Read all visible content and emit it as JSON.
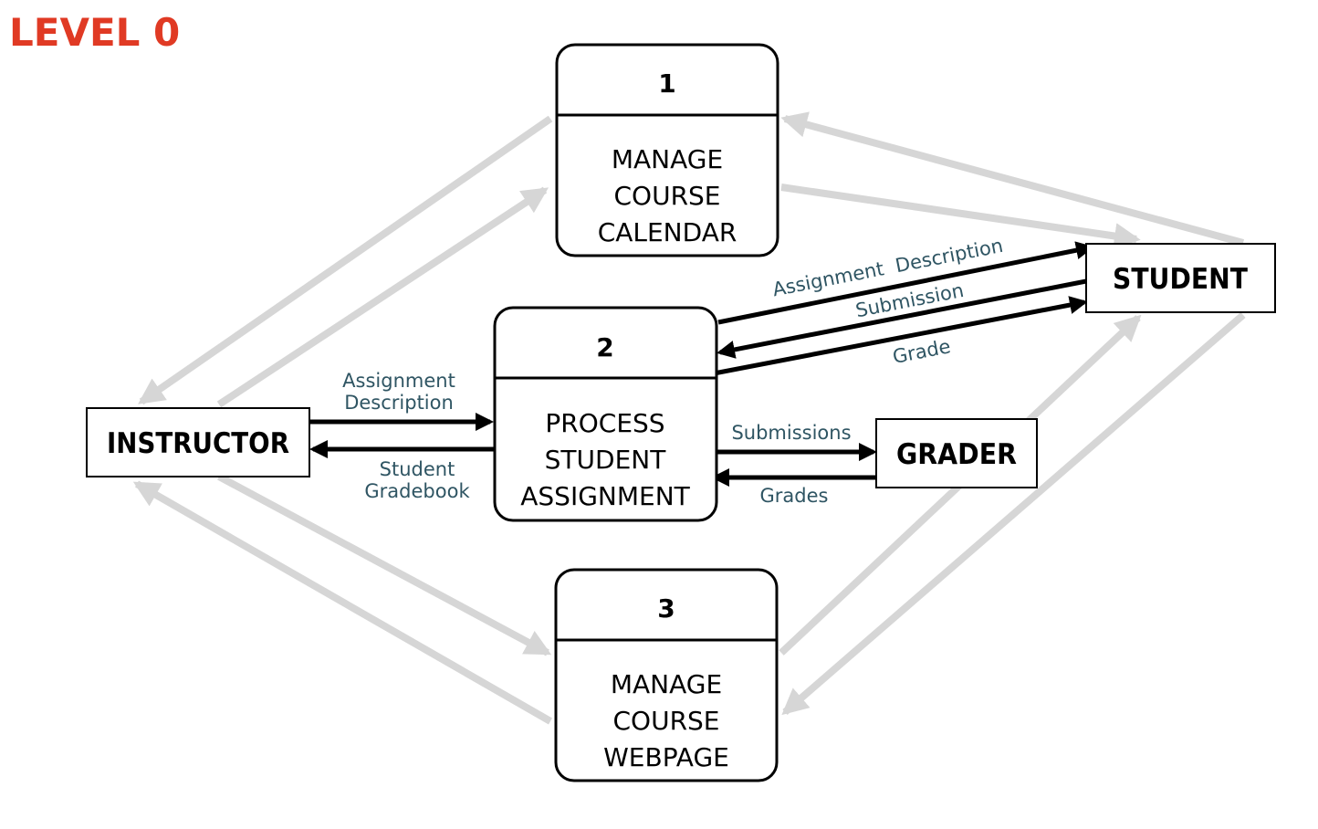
{
  "title": "LEVEL 0",
  "processes": [
    {
      "number": "1",
      "lines": [
        "MANAGE",
        "COURSE",
        "CALENDAR"
      ]
    },
    {
      "number": "2",
      "lines": [
        "PROCESS",
        "STUDENT",
        "ASSIGNMENT"
      ]
    },
    {
      "number": "3",
      "lines": [
        "MANAGE",
        "COURSE",
        "WEBPAGE"
      ]
    }
  ],
  "entities": {
    "instructor": "INSTRUCTOR",
    "student": "STUDENT",
    "grader": "GRADER"
  },
  "flows": {
    "instructor_to_process2": [
      "Assignment",
      "Description"
    ],
    "process2_to_instructor": [
      "Student",
      "Gradebook"
    ],
    "process2_to_student": "Assignment  Description",
    "student_to_process2": "Submission",
    "process2_to_student_grade": "Grade",
    "process2_to_grader": "Submissions",
    "grader_to_process2": "Grades"
  },
  "colors": {
    "title": "#e03a24",
    "flow_label": "#2f5563",
    "secondary_flow": "#d6d6d6"
  }
}
